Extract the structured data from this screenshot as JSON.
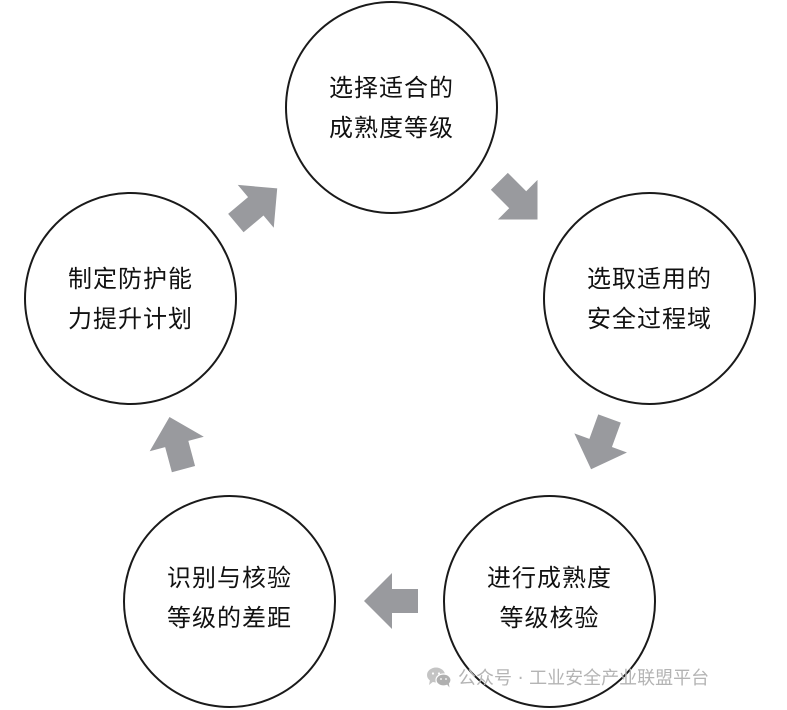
{
  "nodes": [
    {
      "line1": "选择适合的",
      "line2": "成熟度等级"
    },
    {
      "line1": "选取适用的",
      "line2": "安全过程域"
    },
    {
      "line1": "进行成熟度",
      "line2": "等级核验"
    },
    {
      "line1": "识别与核验",
      "line2": "等级的差距"
    },
    {
      "line1": "制定防护能",
      "line2": "力提升计划"
    }
  ],
  "colors": {
    "arrow": "#999a9e",
    "circle_border": "#1a1a1a",
    "watermark": "#b4b4b4"
  },
  "watermark": {
    "icon": "wechat-icon",
    "text": "公众号 · 工业安全产业联盟平台"
  }
}
